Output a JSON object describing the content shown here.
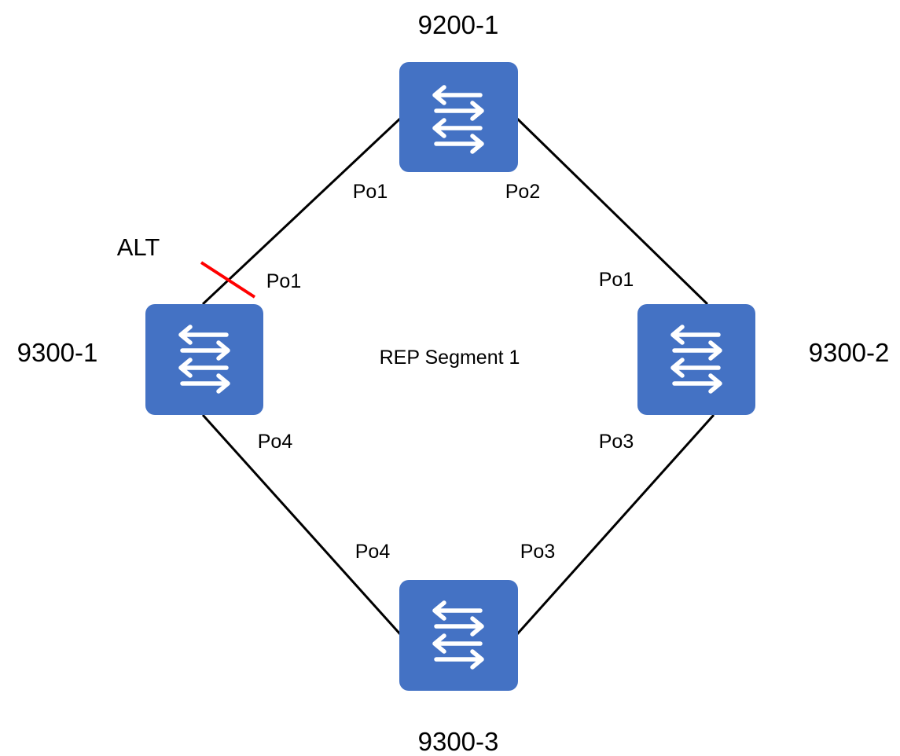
{
  "colors": {
    "switch_fill": "#4472c4",
    "arrow": "#ffffff",
    "link": "#000000",
    "blocked_marker": "#ff0000"
  },
  "icons": {
    "switch": "network-switch-icon"
  },
  "diagram": {
    "segment_label": "REP Segment 1",
    "alternate_label": "ALT",
    "devices": {
      "top": "9200-1",
      "left": "9300-1",
      "right": "9300-2",
      "bottom": "9300-3"
    },
    "ports": {
      "top_left": "Po1",
      "top_right": "Po2",
      "left_top": "Po1",
      "right_top": "Po1",
      "left_bottom": "Po4",
      "right_bottom": "Po3",
      "bottom_left": "Po4",
      "bottom_right": "Po3"
    }
  }
}
